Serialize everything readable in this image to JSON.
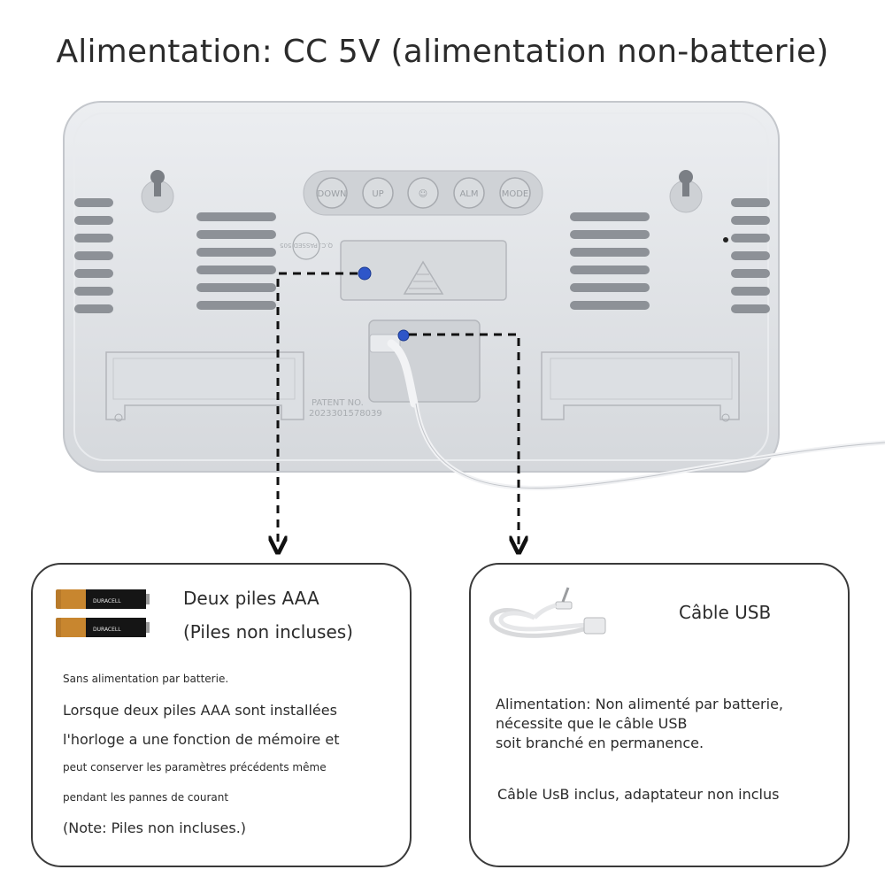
{
  "title": "Alimentation: CC 5V (alimentation non-batterie)",
  "device": {
    "buttons": [
      "DOWN",
      "UP",
      "☺",
      "ALM",
      "MODE"
    ],
    "qc_label": "Q.C. PASSED 505",
    "patent_label": "PATENT NO.",
    "patent_number": "2023301578039"
  },
  "battery_box": {
    "battery_brand": "DURACELL",
    "heading": "Deux piles AAA",
    "subheading": "(Piles non incluses)",
    "line1": "Sans alimentation par batterie.",
    "line2": "Lorsque deux piles AAA sont installées",
    "line3": "l'horloge a une fonction de mémoire et",
    "line4": "peut conserver les paramètres précédents même",
    "line5": "pendant les pannes de courant",
    "line6": "(Note: Piles non incluses.)"
  },
  "usb_box": {
    "heading": "Câble USB",
    "line1": "Alimentation: Non alimenté par batterie,",
    "line2": "nécessite que le câble USB",
    "line3": "soit branché en permanence.",
    "line4": "Câble UsB inclus, adaptateur non inclus"
  },
  "colors": {
    "device_body": "#dfe2e6",
    "device_shadow": "#c9ccd1",
    "marker": "#2e56c9",
    "battery_gold": "#c8862f",
    "battery_black": "#151515"
  }
}
